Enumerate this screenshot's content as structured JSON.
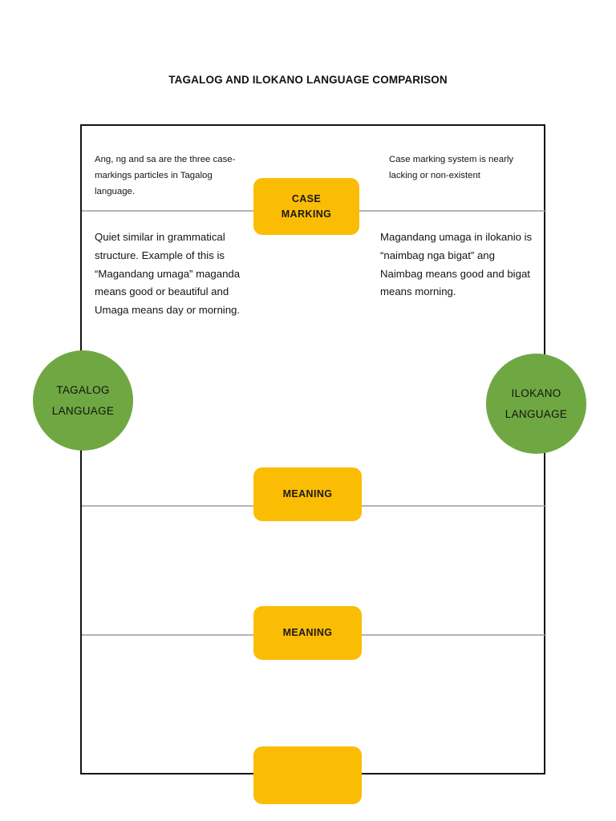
{
  "title": "TAGALOG AND ILOKANO LANGUAGE COMPARISON",
  "colors": {
    "node_yellow": "#fbbc04",
    "circle_green": "#6fa842",
    "frame_border": "#141414",
    "divider_gray": "#b4b4b4"
  },
  "circles": {
    "left": {
      "line1": "TAGALOG",
      "line2": "LANGUAGE"
    },
    "right": {
      "line1": "ILOKANO",
      "line2": "LANGUAGE"
    }
  },
  "nodes": [
    {
      "id": "case-marking",
      "line1": "CASE",
      "line2": "MARKING"
    },
    {
      "id": "meaning-1",
      "label": "MEANING"
    },
    {
      "id": "meaning-2",
      "label": "MEANING"
    },
    {
      "id": "blank",
      "label": ""
    }
  ],
  "rows": [
    {
      "node": "CASE MARKING",
      "left_text": "Ang, ng and sa are the three case-markings particles in Tagalog language.",
      "right_text": "Case marking system is nearly lacking or non-existent"
    },
    {
      "node": "",
      "left_text": "Quiet similar in grammatical structure. Example  of this is “Magandang umaga” maganda means good or beautiful and Umaga means day or morning.",
      "right_text": "Magandang umaga in ilokanio is “naimbag nga bigat” ang Naimbag means good and bigat means morning."
    }
  ]
}
